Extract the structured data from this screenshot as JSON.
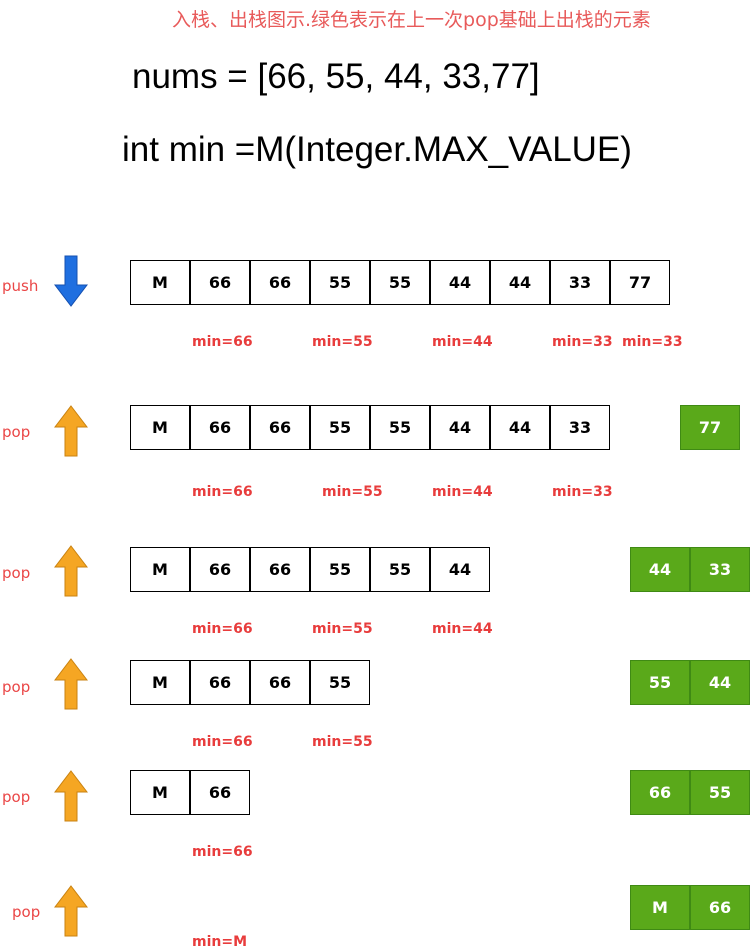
{
  "header": {
    "note": "入栈、出栈图示.绿色表示在上一次pop基础上出栈的元素",
    "nums_line": "nums = [66, 55, 44, 33,77]",
    "min_line": "int min =M(Integer.MAX_VALUE)"
  },
  "colors": {
    "note_red": "#e85a5a",
    "min_red": "#e83c3c",
    "push_arrow_blue": "#1f6fe0",
    "pop_arrow_orange": "#f5a623",
    "popped_green": "#5aa91a"
  },
  "rows": [
    {
      "op": "push",
      "arrow": "down-arrow-icon",
      "stack": [
        "M",
        "66",
        "66",
        "55",
        "55",
        "44",
        "44",
        "33",
        "77"
      ],
      "popped": [],
      "mins": [
        "min=66",
        "min=55",
        "min=44",
        "min=33",
        "min=33"
      ]
    },
    {
      "op": "pop",
      "arrow": "up-arrow-icon",
      "stack": [
        "M",
        "66",
        "66",
        "55",
        "55",
        "44",
        "44",
        "33"
      ],
      "popped": [
        "77"
      ],
      "mins": [
        "min=66",
        "min=55",
        "min=44",
        "min=33"
      ]
    },
    {
      "op": "pop",
      "arrow": "up-arrow-icon",
      "stack": [
        "M",
        "66",
        "66",
        "55",
        "55",
        "44"
      ],
      "popped": [
        "44",
        "33"
      ],
      "mins": [
        "min=66",
        "min=55",
        "min=44"
      ]
    },
    {
      "op": "pop",
      "arrow": "up-arrow-icon",
      "stack": [
        "M",
        "66",
        "66",
        "55"
      ],
      "popped": [
        "55",
        "44"
      ],
      "mins": [
        "min=66",
        "min=55"
      ]
    },
    {
      "op": "pop",
      "arrow": "up-arrow-icon",
      "stack": [
        "M",
        "66"
      ],
      "popped": [
        "66",
        "55"
      ],
      "mins": [
        "min=66"
      ]
    },
    {
      "op": "pop",
      "arrow": "up-arrow-icon",
      "stack": [],
      "popped": [
        "M",
        "66"
      ],
      "mins": [
        "min=M"
      ]
    }
  ]
}
